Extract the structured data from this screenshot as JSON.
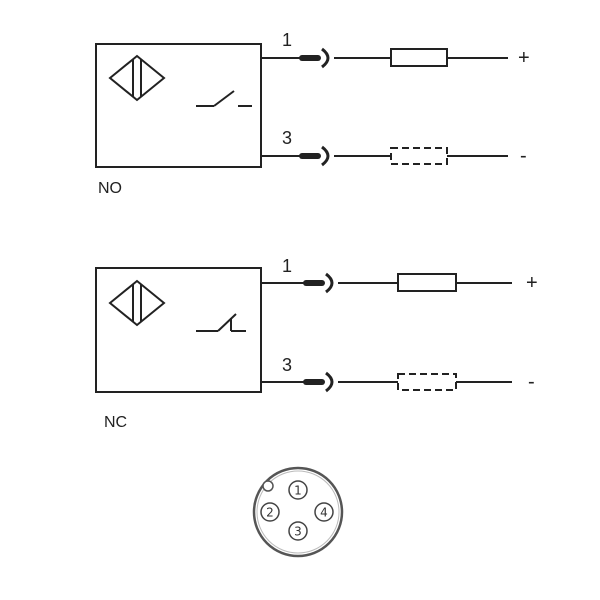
{
  "circuits": [
    {
      "mode_label": "NO",
      "switch_type": "normally-open",
      "pins": [
        {
          "number": "1",
          "polarity": "+",
          "load": "solid"
        },
        {
          "number": "3",
          "polarity": "-",
          "load": "dashed"
        }
      ]
    },
    {
      "mode_label": "NC",
      "switch_type": "normally-closed",
      "pins": [
        {
          "number": "1",
          "polarity": "+",
          "load": "solid"
        },
        {
          "number": "3",
          "polarity": "-",
          "load": "dashed"
        }
      ]
    }
  ],
  "connector": {
    "pins": [
      "1",
      "2",
      "3",
      "4"
    ]
  },
  "colors": {
    "line": "#222222",
    "background": "#ffffff"
  }
}
